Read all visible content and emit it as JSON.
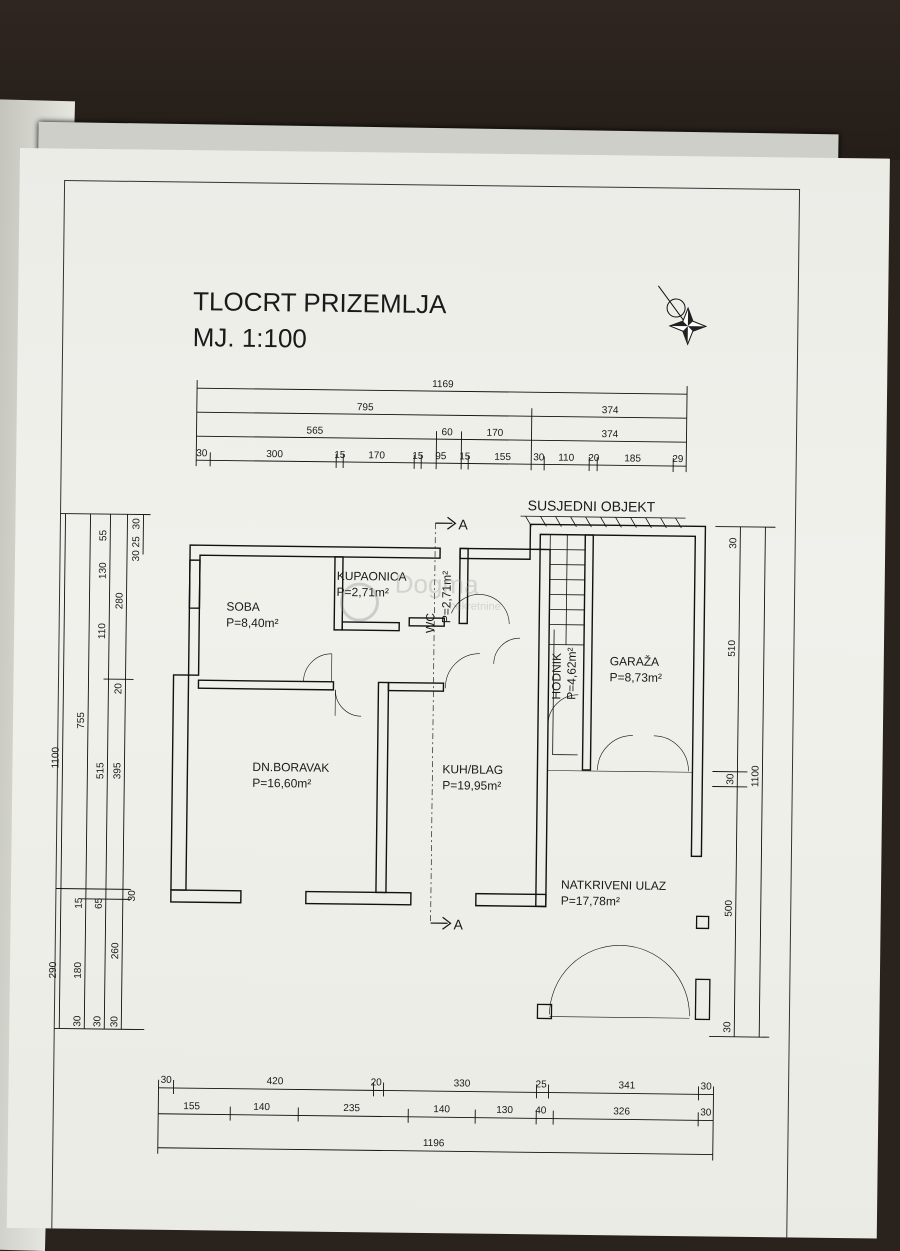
{
  "title": "TLOCRT PRIZEMLJA",
  "scale": "MJ. 1:100",
  "neighbor_label": "SUSJEDNI OBJEKT",
  "section_marker": "A",
  "watermark": {
    "brand": "Dogma",
    "sub": "nekretnine"
  },
  "rooms": [
    {
      "name": "SOBA",
      "area": "P=8,40m²"
    },
    {
      "name": "KUPAONICA",
      "area": "P=2,71m²"
    },
    {
      "name": "WC",
      "area": "P=2,71m²"
    },
    {
      "name": "DN.BORAVAK",
      "area": "P=16,60m²"
    },
    {
      "name": "KUH/BLAG",
      "area": "P=19,95m²"
    },
    {
      "name": "HODNIK",
      "area": "P=4,62m²"
    },
    {
      "name": "GARAŽA",
      "area": "P=8,73m²"
    },
    {
      "name": "NATKRIVENI ULAZ",
      "area": "P=17,78m²"
    }
  ],
  "dims_top": {
    "row1": [
      "1169"
    ],
    "row2": [
      "795",
      "374"
    ],
    "row3": [
      "565",
      "60",
      "170",
      "374"
    ],
    "row4": [
      "30",
      "300",
      "15",
      "170",
      "15",
      "95",
      "15",
      "155",
      "30",
      "110",
      "20",
      "185",
      "29"
    ]
  },
  "dims_bottom": {
    "row1": [
      "30",
      "420",
      "20",
      "330",
      "25",
      "341",
      "30"
    ],
    "row2": [
      "155",
      "140",
      "235",
      "140",
      "130",
      "40",
      "326",
      "30"
    ],
    "row3": [
      "1196"
    ]
  },
  "dims_left": {
    "col1": [
      "1100",
      "290"
    ],
    "col2": [
      "755",
      "515",
      "180",
      "30"
    ],
    "col3": [
      "55",
      "130",
      "110",
      "20",
      "15",
      "65",
      "30"
    ],
    "col4": [
      "280",
      "395",
      "260",
      "30"
    ],
    "col5": [
      "30",
      "25",
      "30",
      "30"
    ]
  },
  "dims_right": {
    "col1": [
      "30",
      "510",
      "30",
      "500",
      "30"
    ],
    "col2": [
      "1100"
    ]
  }
}
